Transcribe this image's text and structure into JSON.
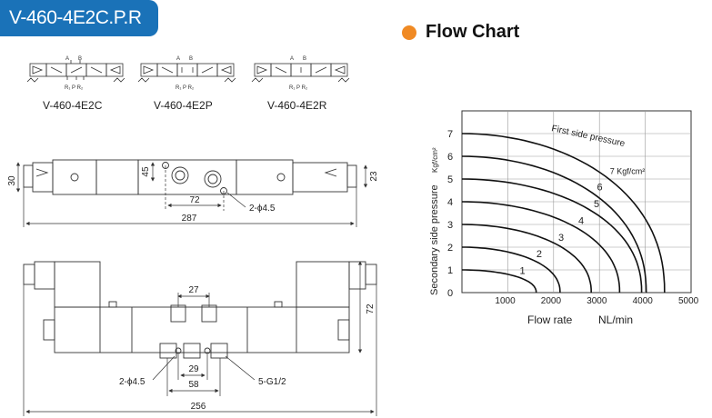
{
  "header": {
    "model_title": "V-460-4E2C.P.R"
  },
  "flow_chart": {
    "title": "Flow Chart",
    "bullet_color": "#f08a24"
  },
  "symbols": [
    {
      "label": "V-460-4E2C",
      "port_a": "A",
      "port_b": "B",
      "ports_bottom": "R₁ P R₂"
    },
    {
      "label": "V-460-4E2P",
      "port_a": "A",
      "port_b": "B",
      "ports_bottom": "R₁ P R₂"
    },
    {
      "label": "V-460-4E2R",
      "port_a": "A",
      "port_b": "B",
      "ports_bottom": "R₁ P R₂"
    }
  ],
  "top_view": {
    "dim_height": "30",
    "dim_right": "23",
    "dim_mount_offset": "45",
    "dim_mount_spacing": "72",
    "dim_overall": "287",
    "hole_note": "2-ϕ4.5"
  },
  "front_view": {
    "dim_top_ports": "27",
    "dim_height": "72",
    "dim_hole_spacing": "29",
    "dim_ports_bottom": "58",
    "dim_overall": "256",
    "hole_note": "2-ϕ4.5",
    "thread_note": "5-G1/2"
  },
  "chart_data": {
    "type": "line",
    "xlabel": "Flow rate",
    "xunit": "NL/min",
    "ylabel": "Secondary side pressure",
    "yunit": "Kgf/cm²",
    "xlim": [
      0,
      5000
    ],
    "ylim": [
      0,
      7
    ],
    "x_ticks": [
      "1000",
      "2000",
      "3000",
      "4000",
      "5000"
    ],
    "y_ticks": [
      "0",
      "1",
      "2",
      "3",
      "4",
      "5",
      "6",
      "7"
    ],
    "annotation": "First side pressure",
    "series": [
      {
        "name": "1",
        "start_y": 1,
        "end_x": 1780
      },
      {
        "name": "2",
        "start_y": 2,
        "end_x": 2300
      },
      {
        "name": "3",
        "start_y": 3,
        "end_x": 2980
      },
      {
        "name": "4",
        "start_y": 4,
        "end_x": 3600
      },
      {
        "name": "5",
        "start_y": 5,
        "end_x": 4080
      },
      {
        "name": "6",
        "start_y": 6,
        "end_x": 4180
      },
      {
        "name": "7 Kgf/cm²",
        "start_y": 7,
        "end_x": 4580
      }
    ],
    "grid": true
  }
}
